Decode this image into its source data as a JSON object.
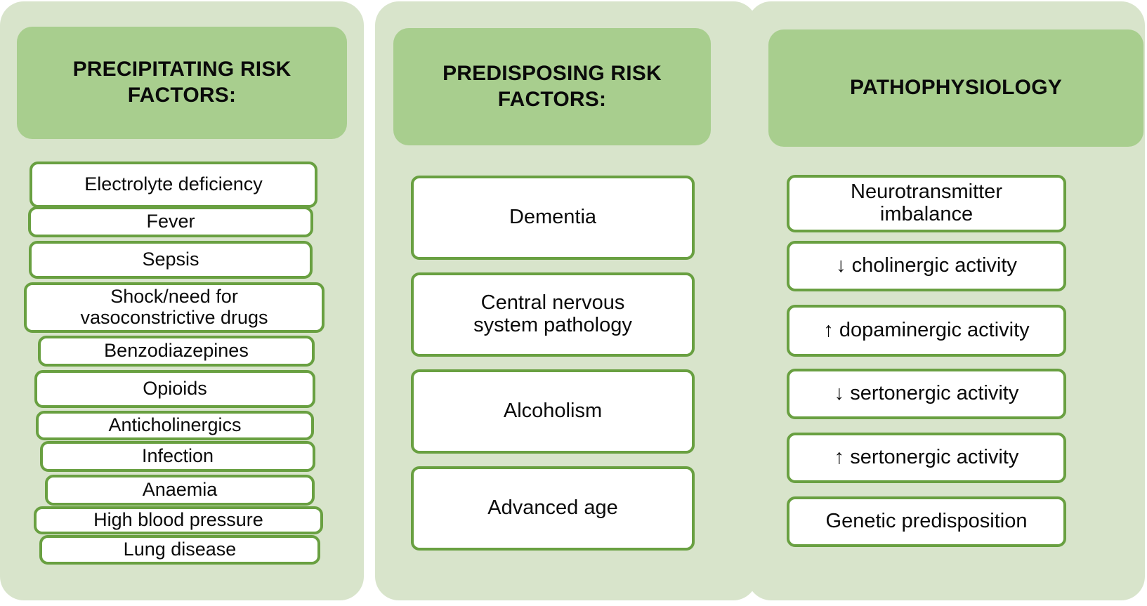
{
  "colors": {
    "panel_bg": "#D8E4CB",
    "header_bg": "#A8CE8E",
    "box_border": "#69A041",
    "box_bg": "#FFFFFF",
    "text": "#0A0A0A",
    "page_bg": "#FFFFFF"
  },
  "columns": [
    {
      "id": "precipitating",
      "header": "PRECIPITATING RISK FACTORS:",
      "items": [
        {
          "label": "Electrolyte deficiency"
        },
        {
          "label": "Fever"
        },
        {
          "label": "Sepsis"
        },
        {
          "label": "Shock/need for\nvasoconstrictive drugs"
        },
        {
          "label": "Benzodiazepines"
        },
        {
          "label": "Opioids"
        },
        {
          "label": "Anticholinergics"
        },
        {
          "label": "Infection"
        },
        {
          "label": "Anaemia"
        },
        {
          "label": "High blood pressure"
        },
        {
          "label": "Lung disease"
        }
      ]
    },
    {
      "id": "predisposing",
      "header": "PREDISPOSING RISK FACTORS:",
      "items": [
        {
          "label": "Dementia"
        },
        {
          "label": "Central nervous\nsystem pathology"
        },
        {
          "label": "Alcoholism"
        },
        {
          "label": "Advanced age"
        }
      ]
    },
    {
      "id": "pathophysiology",
      "header": "PATHOPHYSIOLOGY",
      "items": [
        {
          "label": "Neurotransmitter\nimbalance"
        },
        {
          "label": "↓ cholinergic activity"
        },
        {
          "label": "↑ dopaminergic activity"
        },
        {
          "label": "↓ sertonergic activity"
        },
        {
          "label": "↑ sertonergic activity"
        },
        {
          "label": "Genetic predisposition"
        }
      ]
    }
  ]
}
